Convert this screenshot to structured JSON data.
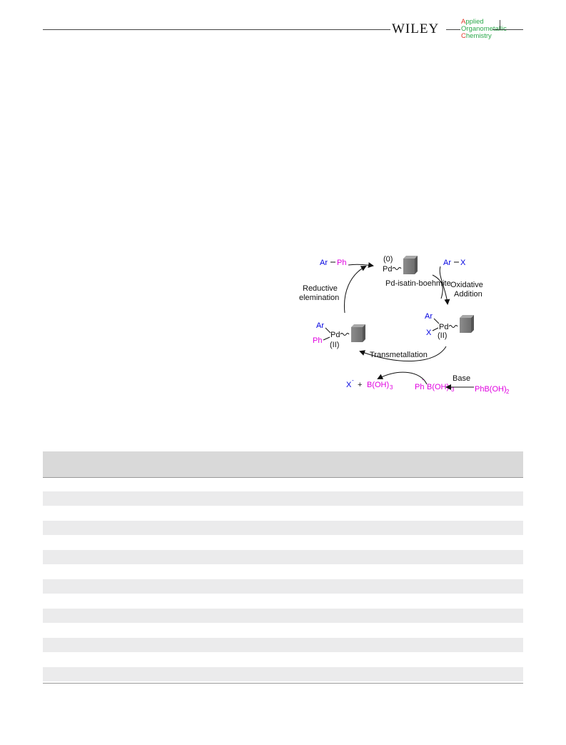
{
  "header": {
    "publisher": "WILEY",
    "journal_lines": [
      {
        "initial": "A",
        "rest": "pplied"
      },
      {
        "initial": "O",
        "rest": "rganometallic"
      },
      {
        "initial": "C",
        "rest": "hemistry"
      }
    ],
    "colors": {
      "A": "#e03a2a",
      "O": "#2aa84a",
      "C": "#e03a2a",
      "rest": "#2aa84a"
    }
  },
  "scheme": {
    "catalyst_label": "Pd-isatin-boehmite",
    "pd0_oxidation": "(0)",
    "pd": "Pd",
    "pd2_oxidation": "(II)",
    "ar": "Ar",
    "ph": "Ph",
    "x": "X",
    "product_ar": "Ar",
    "product_ph": "Ph",
    "substrate_ar": "Ar",
    "substrate_x": "X",
    "steps": {
      "oxidative_1": "Oxidative",
      "oxidative_2": "Addition",
      "reductive_1": "Reductive",
      "reductive_2": "elemination",
      "transmetallation": "Transmetallation",
      "base": "Base"
    },
    "byproducts": {
      "x_minus": "X",
      "minus_sign": "-",
      "plus": "+",
      "boric": "B(OH)",
      "boric_sub": "3"
    },
    "boronate": {
      "ph": "Ph",
      "minus_sign": "-",
      "body": "B(OH)",
      "sub": "3"
    },
    "boronic": {
      "body": "PhB(OH)",
      "sub": "2"
    },
    "colors": {
      "blue": "#0000e0",
      "magenta": "#e000e0",
      "block": "#7a7a7a"
    }
  },
  "table": {
    "stripe_count": 7
  }
}
